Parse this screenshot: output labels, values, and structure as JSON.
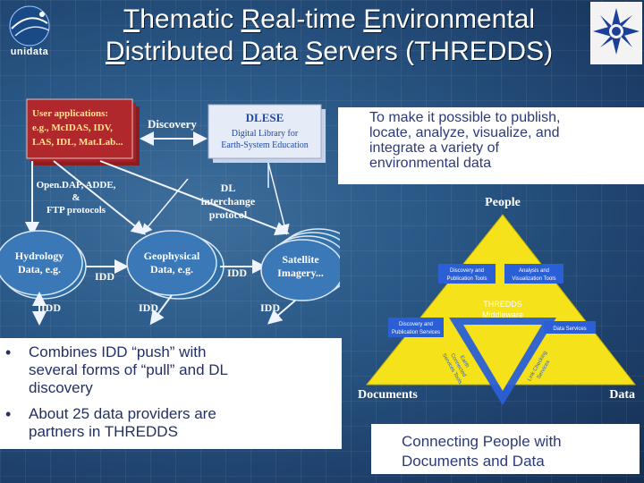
{
  "title": {
    "line1_parts": [
      "T",
      "hematic ",
      "R",
      "eal-time ",
      "E",
      "nvironmental"
    ],
    "line2_parts": [
      "D",
      "istributed ",
      "D",
      "ata ",
      "S",
      "ervers (THREDDS)"
    ]
  },
  "logo": {
    "text": "unidata"
  },
  "diagram": {
    "user_apps": "User applications: e.g., McIDAS, IDV, LAS, IDL, Mat.Lab...",
    "user_apps_lines": [
      "User applications:",
      "e.g., McIDAS, IDV,",
      "LAS, IDL, Mat.Lab..."
    ],
    "discovery": "Discovery",
    "dlese_title": "DLESE",
    "dlese_lines": [
      "Digital Library for",
      "Earth-System Education"
    ],
    "protocols_lines": [
      "Open.DAP, ADDE,",
      "&",
      "FTP protocols"
    ],
    "dl_lines": [
      "DL",
      "interchange",
      "protocol"
    ],
    "hydrology_lines": [
      "Hydrology",
      "Data, e.g."
    ],
    "geophysical_lines": [
      "Geophysical",
      "Data, e.g."
    ],
    "satellite_lines": [
      "Satellite",
      "Imagery..."
    ],
    "idd_label": "IDD"
  },
  "purpose_text": "To make it possible to publish, locate, analyze, visualize, and integrate a variety of environmental data",
  "purpose_lines": [
    "To make it possible to publish,",
    "locate, analyze, visualize, and",
    "integrate a variety of",
    "environmental data"
  ],
  "bullets": [
    {
      "lines": [
        "Combines IDD “push” with",
        "several forms of “pull” and DL",
        "discovery"
      ]
    },
    {
      "lines": [
        "About 25 data providers are",
        "partners in THREDDS"
      ]
    }
  ],
  "triangle": {
    "people": "People",
    "documents": "Documents",
    "data": "Data",
    "middleware_lines": [
      "THREDDS",
      "Middleware"
    ],
    "discovery_pub_tools": [
      "Discovery and",
      "Publication Tools"
    ],
    "analysis_vis_tools": [
      "Analysis and",
      "Visualization Tools"
    ],
    "discovery_pub_services": [
      "Discovery and",
      "Publication Services"
    ],
    "data_services": "Data Services",
    "left_bottom_tag": [
      "Earth",
      "Connected",
      "Services Tools"
    ],
    "right_bottom_tag": [
      "Link Checking",
      "Services"
    ]
  },
  "caption_lines": [
    "Connecting People with",
    "Documents and Data"
  ],
  "colors": {
    "background": "#2b5a89",
    "box_red": "#b0282c",
    "box_blue": "#3b78b8",
    "dlese_text": "#2048a8",
    "triangle_yellow": "#f5e21a",
    "triangle_blue": "#2a5fd6",
    "text_dark": "#233066"
  }
}
